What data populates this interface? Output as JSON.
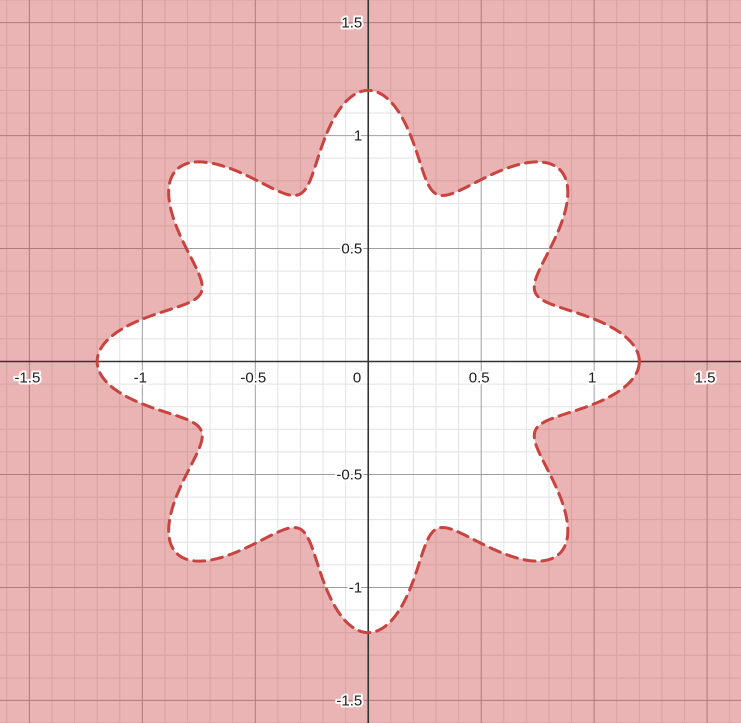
{
  "chart_data": {
    "type": "polar-inequality",
    "title": "",
    "xlabel": "",
    "ylabel": "",
    "xlim": [
      -1.63,
      1.65
    ],
    "ylim": [
      -1.6,
      1.6
    ],
    "grid": true,
    "major_step": 0.5,
    "minor_step": 0.1,
    "x_ticks": [
      {
        "value": -1.5,
        "label": "-1.5"
      },
      {
        "value": -1,
        "label": "-1"
      },
      {
        "value": -0.5,
        "label": "-0.5"
      },
      {
        "value": 0.5,
        "label": "0.5"
      },
      {
        "value": 1,
        "label": "1"
      },
      {
        "value": 1.5,
        "label": "1.5"
      }
    ],
    "y_ticks": [
      {
        "value": 1.5,
        "label": "1.5"
      },
      {
        "value": 1,
        "label": "1"
      },
      {
        "value": 0.5,
        "label": "0.5"
      },
      {
        "value": -0.5,
        "label": "-0.5"
      },
      {
        "value": -1,
        "label": "-1"
      },
      {
        "value": -1.5,
        "label": "-1.5"
      }
    ],
    "origin_label": "0",
    "boundary": {
      "form": "r = r0 + a*cos(k*theta)",
      "r0": 1,
      "a": 0.2,
      "k": 8,
      "peak_radius": 1.2,
      "valley_radius": 0.8,
      "line_style": "dashed",
      "color": "#c74440"
    },
    "shaded_region": "outside",
    "shade_color": "#c74440",
    "shade_opacity": 0.4
  }
}
